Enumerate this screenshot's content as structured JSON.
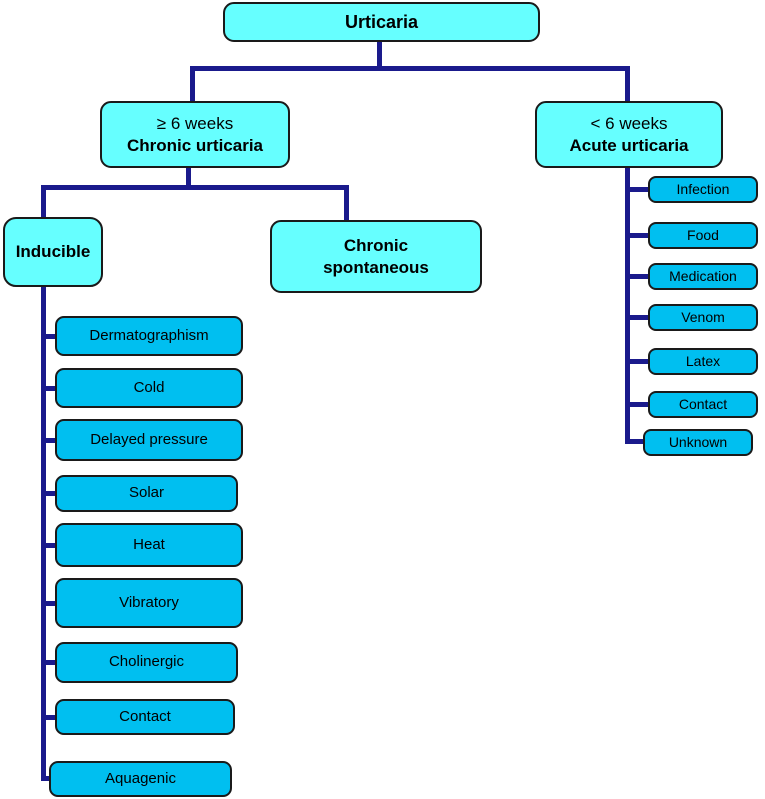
{
  "colors": {
    "parent_fill": "#66FFFF",
    "child_fill": "#00BFF0",
    "connector": "#1A1A8C",
    "box_border": "#1A1A1A",
    "text": "#000000"
  },
  "tree": {
    "root": {
      "label": "Urticaria"
    },
    "chronic": {
      "line1": "≥ 6 weeks",
      "line2": "Chronic urticaria"
    },
    "acute": {
      "line1": "< 6 weeks",
      "line2": "Acute urticaria"
    },
    "inducible": {
      "label": "Inducible"
    },
    "chronic_spontaneous": {
      "label": "Chronic spontaneous"
    },
    "inducible_children": [
      "Dermatographism",
      "Cold",
      "Delayed pressure",
      "Solar",
      "Heat",
      "Vibratory",
      "Cholinergic",
      "Contact",
      "Aquagenic"
    ],
    "acute_children": [
      "Infection",
      "Food",
      "Medication",
      "Venom",
      "Latex",
      "Contact",
      "Unknown"
    ]
  }
}
